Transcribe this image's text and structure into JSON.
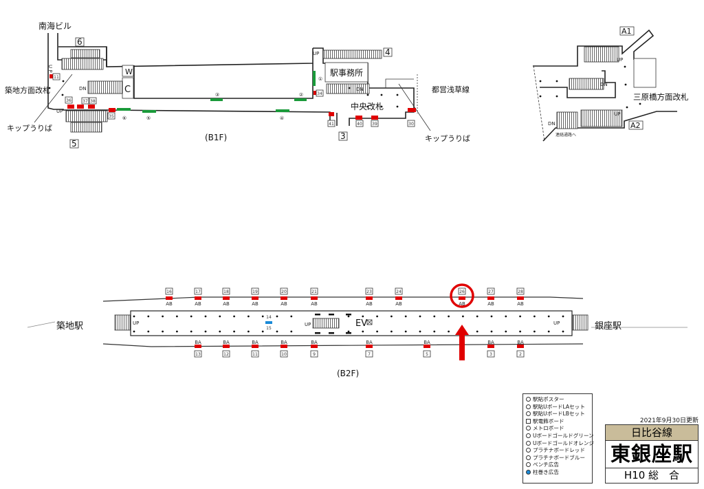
{
  "b1f": {
    "floor_label": "(B1F)",
    "nankai_building": "南海ビル",
    "tsukiji_gate": "築地方面改札",
    "ticket_left": "キップうりば",
    "ticket_right": "キップうりば",
    "station_office": "駅事務所",
    "toei_asakusa": "都営浅草線",
    "central_gate": "中央改札",
    "exits": {
      "e3": "3",
      "e4": "4",
      "e5": "5",
      "e6": "6"
    },
    "w_label": "W",
    "c_label": "C",
    "up": "UP",
    "up_vertical": "U P",
    "dn": "DN",
    "circled": [
      "①",
      "②",
      "③",
      "④",
      "⑤",
      "⑥"
    ],
    "boards": [
      "11",
      "36",
      "37",
      "38",
      "35",
      "34",
      "41",
      "40",
      "39",
      "30"
    ]
  },
  "east": {
    "exit_a1": "A1",
    "exit_a2": "A2",
    "mihara_gate": "三原橋方面改札",
    "connecting_passage": "連絡通路へ",
    "up": "UP",
    "dn": "DN"
  },
  "b2f": {
    "floor_label": "(B2F)",
    "tsukiji_station": "築地駅",
    "ginza_station": "銀座駅",
    "ev": "EV",
    "up": "UP",
    "pillar": [
      "14",
      "15"
    ],
    "top_boards": [
      {
        "num": "16",
        "tag": "AB"
      },
      {
        "num": "17",
        "tag": "AB"
      },
      {
        "num": "18",
        "tag": "AB"
      },
      {
        "num": "19",
        "tag": "AB"
      },
      {
        "num": "20",
        "tag": "AB"
      },
      {
        "num": "21",
        "tag": "AB"
      },
      {
        "num": "23",
        "tag": "AB"
      },
      {
        "num": "24",
        "tag": "AB"
      },
      {
        "num": "26",
        "tag": "AB",
        "highlighted": true
      },
      {
        "num": "27",
        "tag": "AB"
      },
      {
        "num": "28",
        "tag": "AB"
      }
    ],
    "bottom_boards": [
      {
        "num": "13",
        "tag": "BA"
      },
      {
        "num": "12",
        "tag": "BA"
      },
      {
        "num": "11",
        "tag": "BA"
      },
      {
        "num": "10",
        "tag": "BA"
      },
      {
        "num": "9",
        "tag": "BA"
      },
      {
        "num": "7",
        "tag": "BA"
      },
      {
        "num": "5",
        "tag": "BA"
      },
      {
        "num": "3",
        "tag": "BA"
      },
      {
        "num": "2",
        "tag": "BA"
      }
    ]
  },
  "legend": {
    "items": [
      "駅貼ポスター",
      "駅貼UボードLAセット",
      "駅貼UボードLBセット",
      "駅電飾ボード",
      "メトロボード",
      "Uボードゴールドグリーン",
      "Uボードゴールドオレンジ",
      "プラチナボードレッド",
      "プラチナボードブルー",
      "ベンチ広告",
      "柱巻き広告"
    ]
  },
  "info": {
    "updated": "2021年9月30日更新",
    "line": "日比谷線",
    "station": "東銀座駅",
    "code": "H10 総　合"
  },
  "colors": {
    "red": "#e00000",
    "green": "#1a9a3a",
    "blue": "#1a8ad8",
    "title_tan": "#c9bc9a"
  }
}
